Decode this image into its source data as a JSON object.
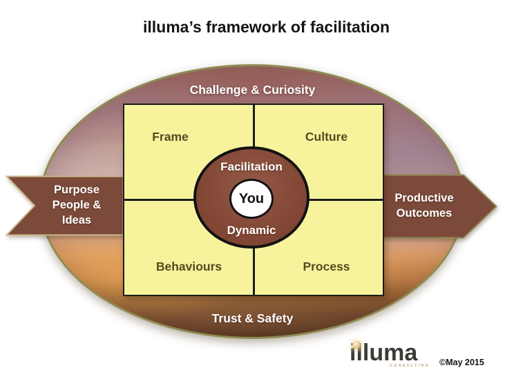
{
  "title": "illuma’s framework of facilitation",
  "oval": {
    "top_label": "Challenge & Curiosity",
    "bottom_label": "Trust & Safety"
  },
  "left_banner": {
    "line1": "Purpose",
    "line2": "People &",
    "line3": "Ideas"
  },
  "right_arrow": {
    "line1": "Productive",
    "line2": "Outcomes"
  },
  "quadrants": {
    "top_left": "Frame",
    "top_right": "Culture",
    "bottom_left": "Behaviours",
    "bottom_right": "Process"
  },
  "center": {
    "top_label": "Facilitation",
    "core_label": "You",
    "bottom_label": "Dynamic"
  },
  "footer": {
    "logo_text": "illuma",
    "logo_subtext": "CONSULTING",
    "copyright": "©May 2015"
  },
  "colors": {
    "band_brown": "#7c4a3a",
    "center_brown": "#87503f",
    "quadrant_yellow": "#f7f39d",
    "oval_border_olive": "#8f8b53",
    "banner_outline_tan": "#cdb98d",
    "quadrant_label_olive": "#564a1f"
  }
}
